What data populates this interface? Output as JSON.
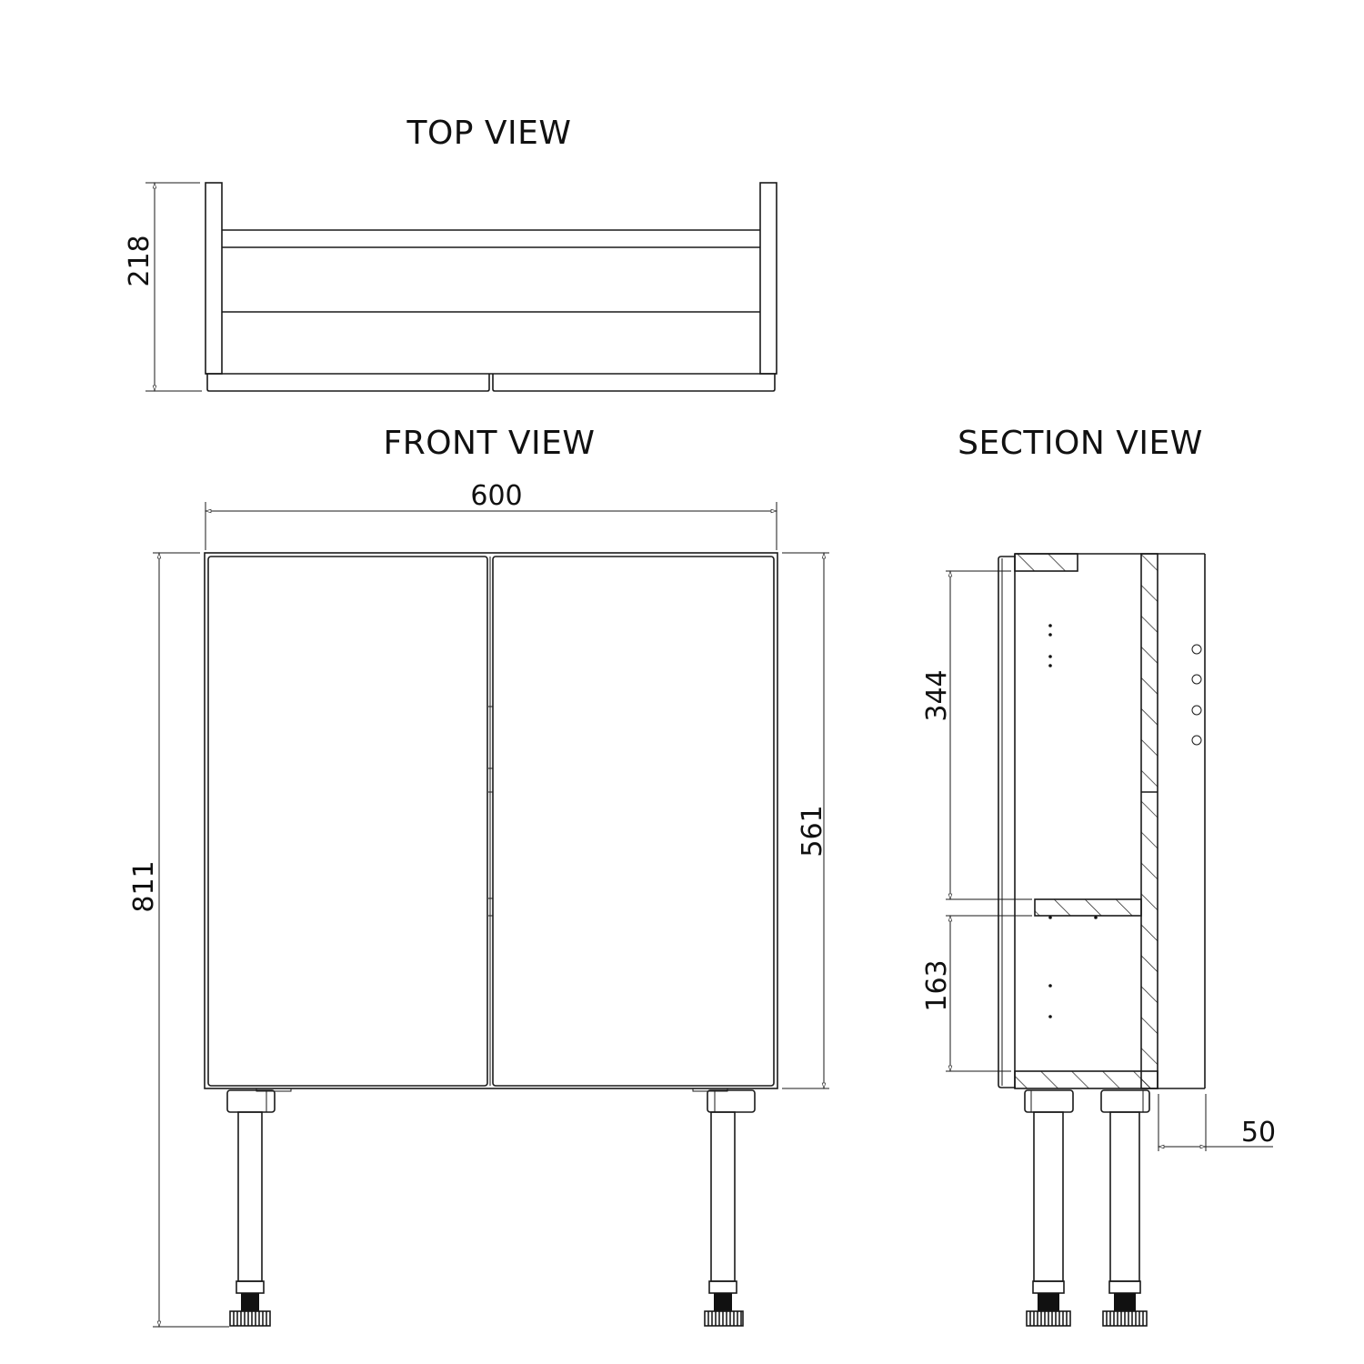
{
  "views": {
    "top": {
      "title": "TOP VIEW",
      "depth_dim": "218"
    },
    "front": {
      "title": "FRONT VIEW",
      "width_dim": "600",
      "height_dim": "811",
      "cabinet_height_dim": "561"
    },
    "section": {
      "title": "SECTION VIEW",
      "upper_compartment_dim": "344",
      "lower_compartment_dim": "163",
      "rear_offset_dim": "50"
    }
  },
  "colors": {
    "line": "#1a1a1a",
    "background": "#ffffff"
  }
}
